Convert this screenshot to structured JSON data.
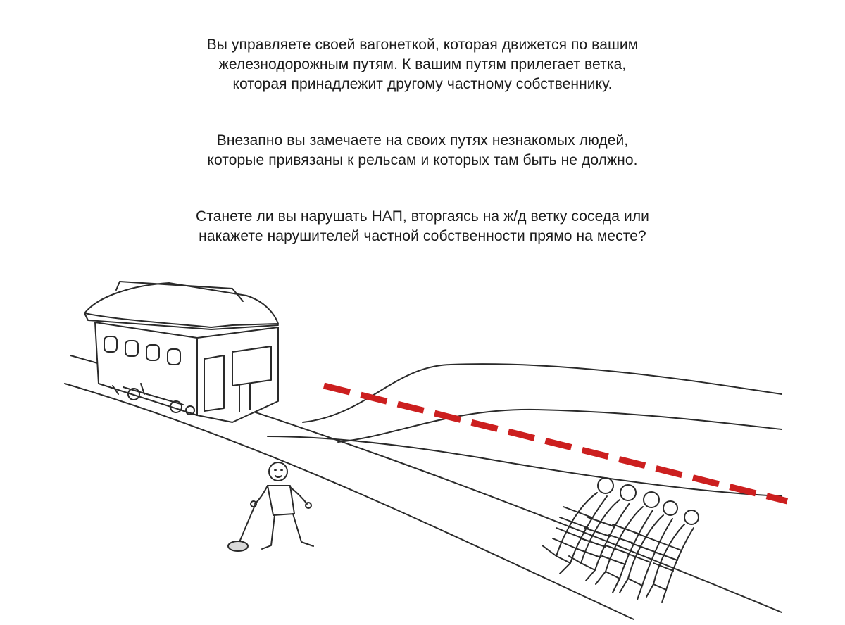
{
  "text": {
    "paragraph_1": [
      "Вы управляете своей вагонеткой, которая движется по вашим",
      "железнодорожным путям. К вашим путям прилегает ветка,",
      "которая принадлежит другому частному собственнику."
    ],
    "paragraph_2": [
      "Внезапно вы замечаете на своих путях незнакомых людей,",
      "которые привязаны к рельсам и которых там быть не должно."
    ],
    "paragraph_3": [
      "Станете ли вы нарушать НАП, вторгаясь на ж/д ветку соседа или",
      "накажете нарушителей частной собственности прямо на месте?"
    ]
  },
  "colors": {
    "text": "#1a1a1a",
    "ink": "#2a2a2a",
    "boundary_dashes": "#cc1f1f"
  },
  "illustration": {
    "items": [
      "trolley",
      "main-track",
      "branch-track",
      "lever-man",
      "switch-lever",
      "tied-people",
      "property-boundary-dashes"
    ]
  }
}
